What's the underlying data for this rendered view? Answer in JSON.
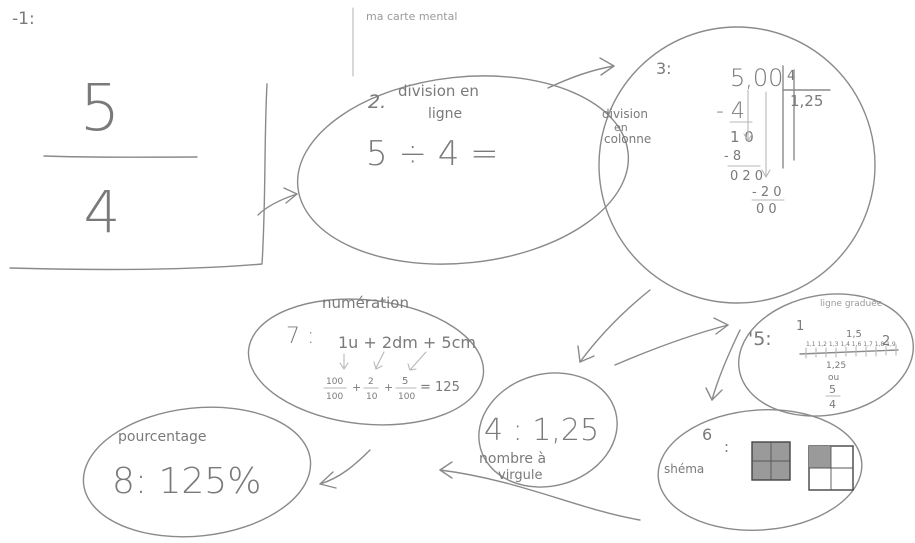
{
  "header": {
    "step1_label": "-1:",
    "title": "ma carte mental"
  },
  "step1": {
    "numerator": "5",
    "denominator": "4"
  },
  "step2": {
    "number": "2.",
    "title_line1": "division en",
    "title_line2": "ligne",
    "expression": "5 ÷ 4 ="
  },
  "step3": {
    "number": "3:",
    "label_line1": "division",
    "label_line2": "en",
    "label_line3": "colonne",
    "dividend": "5,00",
    "divisor": "4",
    "quotient": "1,25",
    "rows": [
      "- 4",
      "1 0",
      "- 8",
      "0 2 0",
      "- 2 0",
      "0 0"
    ]
  },
  "step4": {
    "number": "4 : 1,25",
    "label_line1": "nombre à",
    "label_line2": "virgule"
  },
  "step5": {
    "number": "'5:",
    "title": "ligne graduée",
    "tick_left": "1",
    "tick_mid": "1,5",
    "tick_right": "2",
    "small_ticks": "1,1 1,2 1,3 1,4 1,6 1,7 1,8 1,9",
    "marker": "1,25",
    "or_label": "ou",
    "frac_num": "5",
    "frac_den": "4"
  },
  "step6": {
    "number": "6",
    "colon": ":",
    "label": "shéma"
  },
  "step7": {
    "title": "numération",
    "number": "7 :",
    "expression": "1u + 2dm + 5cm",
    "frac1_num": "100",
    "frac1_den": "100",
    "frac2_num": "2",
    "frac2_den": "10",
    "frac3_num": "5",
    "frac3_den": "100",
    "result": "= 125"
  },
  "step8": {
    "title": "pourcentage",
    "value": "8: 125%"
  }
}
